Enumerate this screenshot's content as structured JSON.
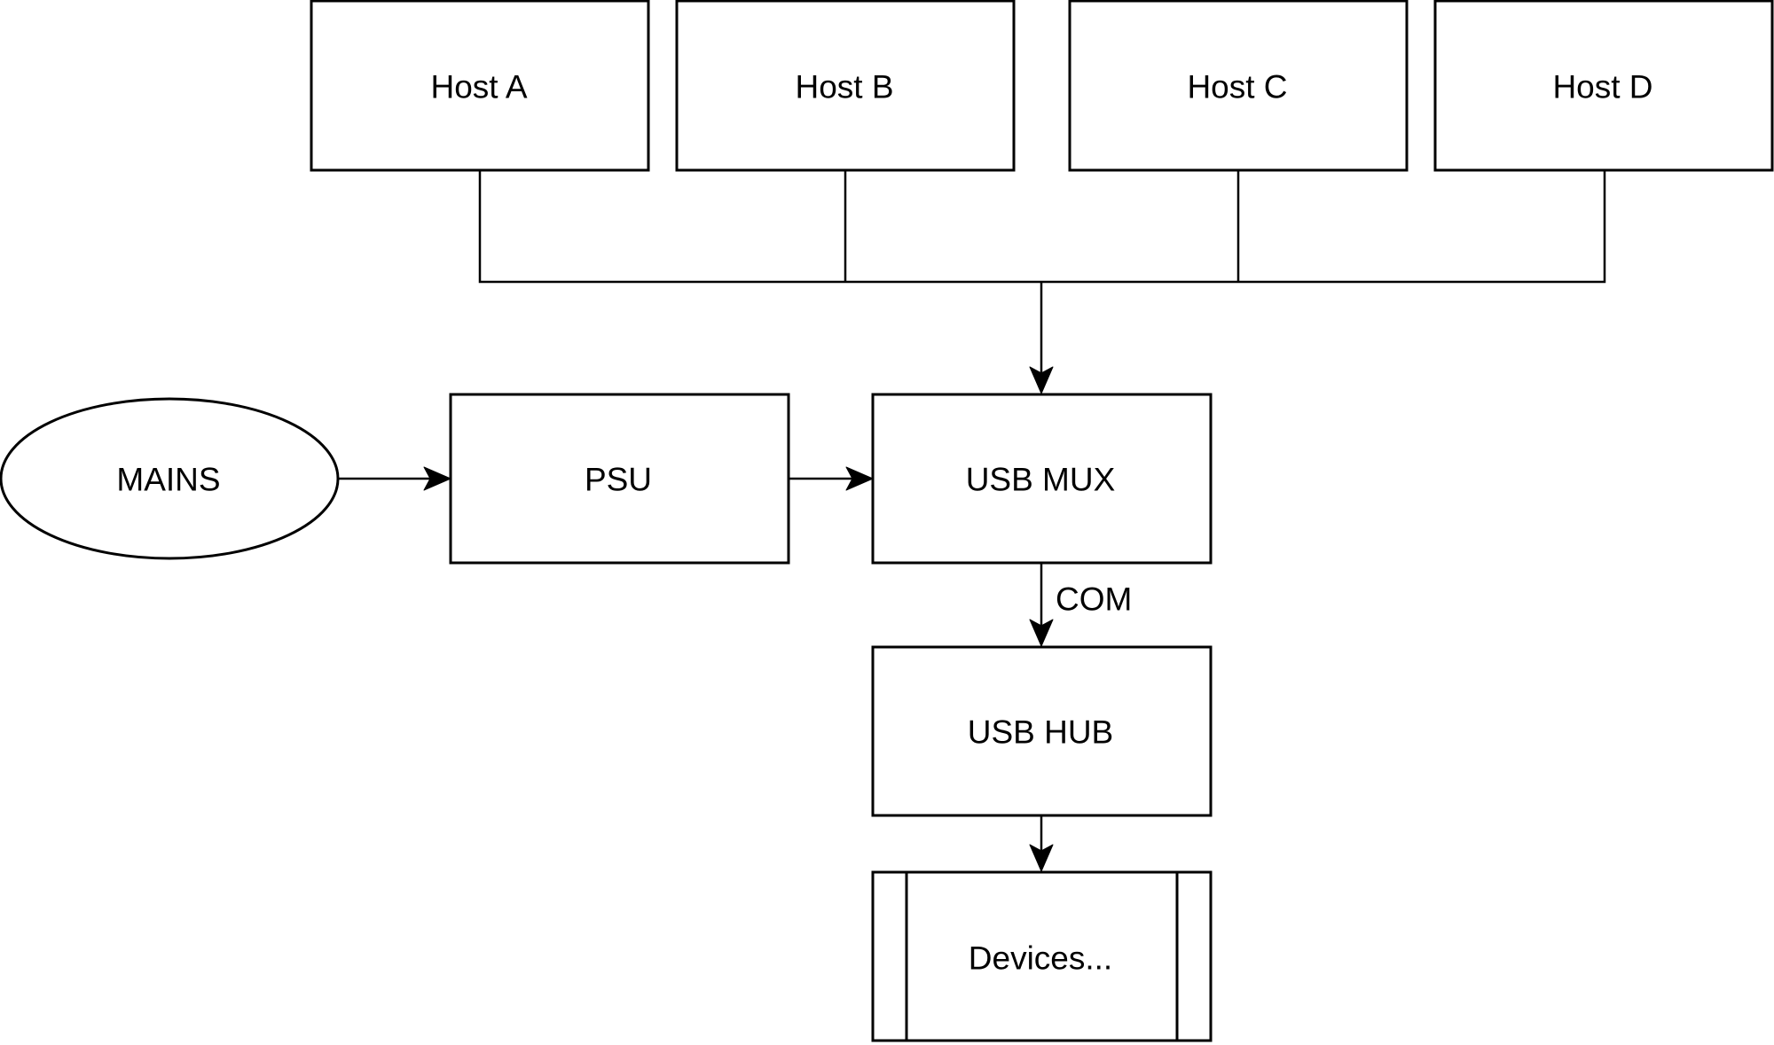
{
  "nodes": {
    "host_a": "Host A",
    "host_b": "Host B",
    "host_c": "Host C",
    "host_d": "Host D",
    "mains": "MAINS",
    "psu": "PSU",
    "usb_mux": "USB MUX",
    "usb_hub": "USB HUB",
    "devices": "Devices..."
  },
  "edges": {
    "mux_to_hub_label": "COM"
  },
  "colors": {
    "stroke": "#000000",
    "fill": "#ffffff"
  }
}
